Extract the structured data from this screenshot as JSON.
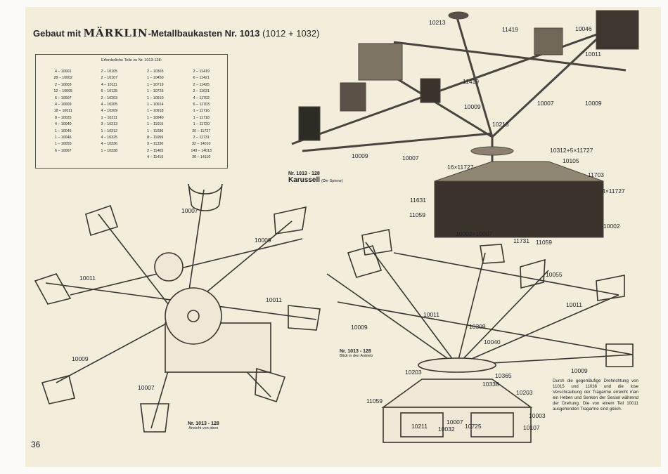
{
  "title": {
    "prefix": "Gebaut mit",
    "brand": "MÄRKLIN",
    "suffix": "-Metallbaukasten Nr. 1013",
    "paren": "(1012 + 1032)"
  },
  "parts_table": {
    "heading": "Erforderliche Teile zu Nr. 1013-128:",
    "columns": [
      [
        "4 – 10001",
        "28 – 10002",
        "2 – 10003",
        "12 – 10005",
        "6 – 10007",
        "4 – 10009",
        "18 – 10011",
        "8 – 10025",
        "4 – 10040",
        "1 – 10045",
        "1 – 10046",
        "1 – 10055",
        "6 – 10067"
      ],
      [
        "2 – 10105",
        "2 – 10107",
        "4 – 10111",
        "6 – 10125",
        "2 – 10203",
        "4 – 10205",
        "4 – 10209",
        "1 – 10211",
        "3 – 10213",
        "1 – 10312",
        "4 – 10325",
        "4 – 10336",
        "1 – 10338"
      ],
      [
        "2 – 10365",
        "1 – 10450",
        "1 – 10719",
        "1 – 10725",
        "1 – 10910",
        "1 – 10914",
        "1 – 10918",
        "1 – 10940",
        "1 – 11015",
        "1 – 11036",
        "8 – 11059",
        "3 – 11330",
        "2 – 11405",
        "4 – 11415"
      ],
      [
        "2 – 11419",
        "6 – 11421",
        "2 – 11425",
        "2 – 11631",
        "4 – 11702",
        "6 – 11703",
        "1 – 11716",
        "1 – 11718",
        "1 – 11720",
        "20 – 11727",
        "2 – 11731",
        "32 – 14010",
        "143 – 14013",
        "20 – 14110"
      ]
    ]
  },
  "captions": {
    "photo_model": "Nr. 1013 - 128",
    "photo_name": "Karussell",
    "photo_sub": "(Die Spinne)",
    "top_model": "Nr. 1013 - 128",
    "top_sub": "Ansicht von oben",
    "drive_model": "Nr. 1013 - 128",
    "drive_sub": "Blick in den Antrieb"
  },
  "labels": {
    "photo": [
      "10213",
      "11419",
      "10046",
      "10011",
      "11419",
      "10009",
      "10007",
      "10009",
      "10213",
      "10009",
      "10007",
      "10312+5×11727",
      "10105",
      "16×11727",
      "11703",
      "4×11727",
      "11631",
      "11059",
      "10002+10007",
      "10002",
      "11731",
      "11059"
    ],
    "top": [
      "10007",
      "10009",
      "10011",
      "10011",
      "10009",
      "10007"
    ],
    "drive": [
      "10055",
      "10011",
      "10011",
      "10009",
      "10309",
      "10040",
      "10009",
      "10365",
      "10203",
      "10338",
      "10203",
      "11059",
      "10211",
      "10007",
      "10032",
      "10725",
      "10003",
      "10107"
    ]
  },
  "note": "Durch die gegenläufige Drehrichtung von 11015 und 11036 und die lose Verschraubung der Tragarme erreicht man ein Heben und Senken der Sessel während der Drehung. Die von einem Teil 10011 ausgehenden Tragarme sind gleich.",
  "page_number": "36"
}
